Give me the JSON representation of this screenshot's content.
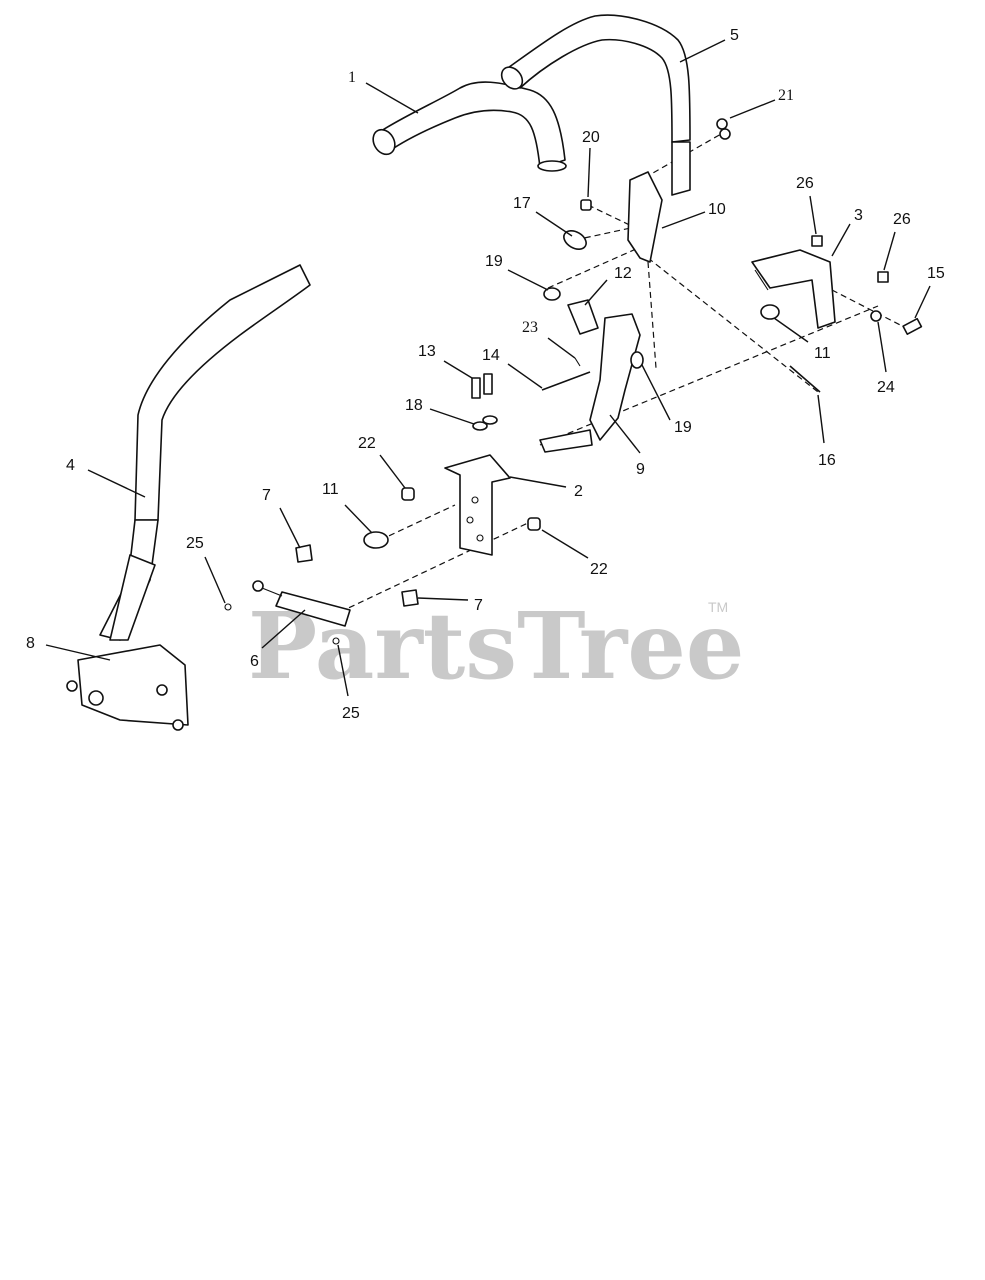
{
  "watermark": {
    "text": "PartsTree",
    "trademark": "TM"
  },
  "callouts": [
    {
      "id": "c1",
      "label": "1",
      "serif": true
    },
    {
      "id": "c5",
      "label": "5"
    },
    {
      "id": "c21",
      "label": "21",
      "serif": true
    },
    {
      "id": "c20",
      "label": "20"
    },
    {
      "id": "c17",
      "label": "17"
    },
    {
      "id": "c10",
      "label": "10"
    },
    {
      "id": "c26a",
      "label": "26"
    },
    {
      "id": "c3",
      "label": "3"
    },
    {
      "id": "c26b",
      "label": "26"
    },
    {
      "id": "c15",
      "label": "15"
    },
    {
      "id": "c19a",
      "label": "19"
    },
    {
      "id": "c12",
      "label": "12"
    },
    {
      "id": "c23",
      "label": "23",
      "serif": true
    },
    {
      "id": "c13",
      "label": "13"
    },
    {
      "id": "c14",
      "label": "14"
    },
    {
      "id": "c11a",
      "label": "11"
    },
    {
      "id": "c24",
      "label": "24"
    },
    {
      "id": "c18",
      "label": "18"
    },
    {
      "id": "c19b",
      "label": "19"
    },
    {
      "id": "c16",
      "label": "16"
    },
    {
      "id": "c22a",
      "label": "22"
    },
    {
      "id": "c9",
      "label": "9"
    },
    {
      "id": "c4",
      "label": "4"
    },
    {
      "id": "c2",
      "label": "2"
    },
    {
      "id": "c7a",
      "label": "7"
    },
    {
      "id": "c11b",
      "label": "11"
    },
    {
      "id": "c25a",
      "label": "25"
    },
    {
      "id": "c22b",
      "label": "22"
    },
    {
      "id": "c7b",
      "label": "7"
    },
    {
      "id": "c8",
      "label": "8"
    },
    {
      "id": "c6",
      "label": "6"
    },
    {
      "id": "c25b",
      "label": "25"
    }
  ]
}
